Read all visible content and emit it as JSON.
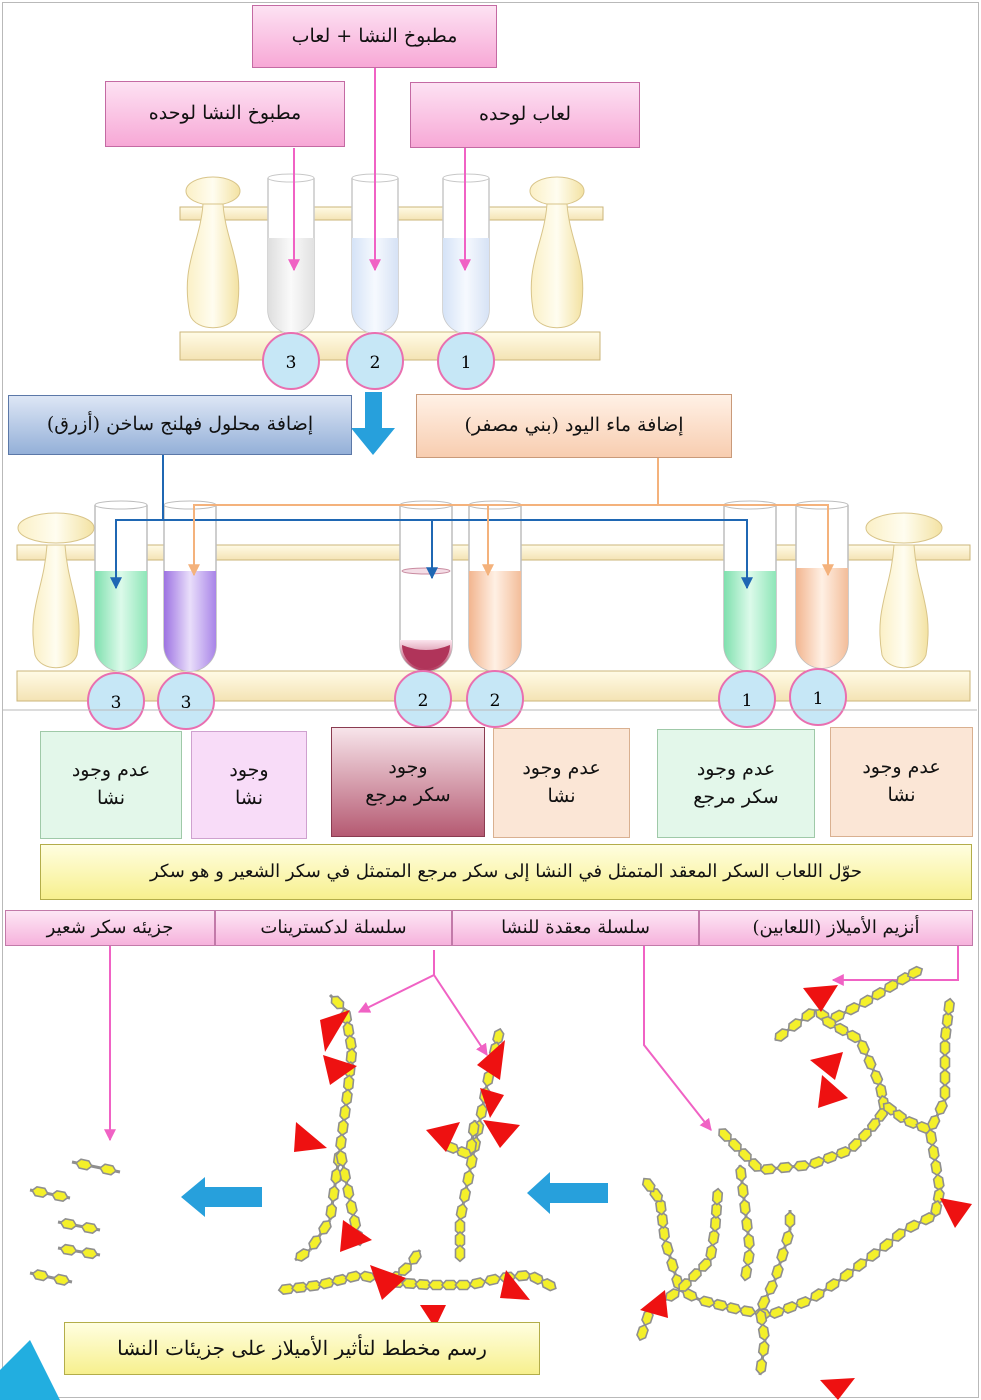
{
  "top_labels": {
    "both": "مطبوخ النشا + لعاب",
    "starch_only": "مطبوخ النشا لوحده",
    "saliva_only": "لعاب لوحده"
  },
  "top_tube_numbers": [
    "3",
    "2",
    "1"
  ],
  "reagents": {
    "fehling": "إضافة محلول فهلنج ساخن (أزرق)",
    "iodine": "إضافة ماء اليود (بني مصفر)"
  },
  "bottom_tube_numbers": [
    "3",
    "3",
    "2",
    "2",
    "1",
    "1"
  ],
  "results": [
    {
      "line1": "عدم وجود",
      "line2": "نشا"
    },
    {
      "line1": "وجود",
      "line2": "نشا"
    },
    {
      "line1": "وجود",
      "line2": "سكر مرجع"
    },
    {
      "line1": "عدم وجود",
      "line2": "نشا"
    },
    {
      "line1": "عدم وجود",
      "line2": "سكر مرجع"
    },
    {
      "line1": "عدم وجود",
      "line2": "نشا"
    }
  ],
  "conclusion": "حوّل اللعاب السكر المعقد المتمثل في النشا إلى سكر مرجع المتمثل في سكر الشعير و هو سكر",
  "legend": {
    "maltose": "جزيئه سكر شعير",
    "dextrins": "سلسلة لدكسترينات",
    "starch_chain": "سلسلة معقدة للنشا",
    "amylase": "أنزيم الأميلاز (اللعابين)"
  },
  "caption": "رسم مخطط لتأثير الأميلاز على جزيئات النشا",
  "colors": {
    "pink_arrow": "#f062c4",
    "blue_line": "#1f67b3",
    "orange_line": "#f4b27c",
    "big_arrow": "#27a0dc",
    "enzyme": "#ee1111",
    "sugar_unit": "#f4f02a"
  }
}
